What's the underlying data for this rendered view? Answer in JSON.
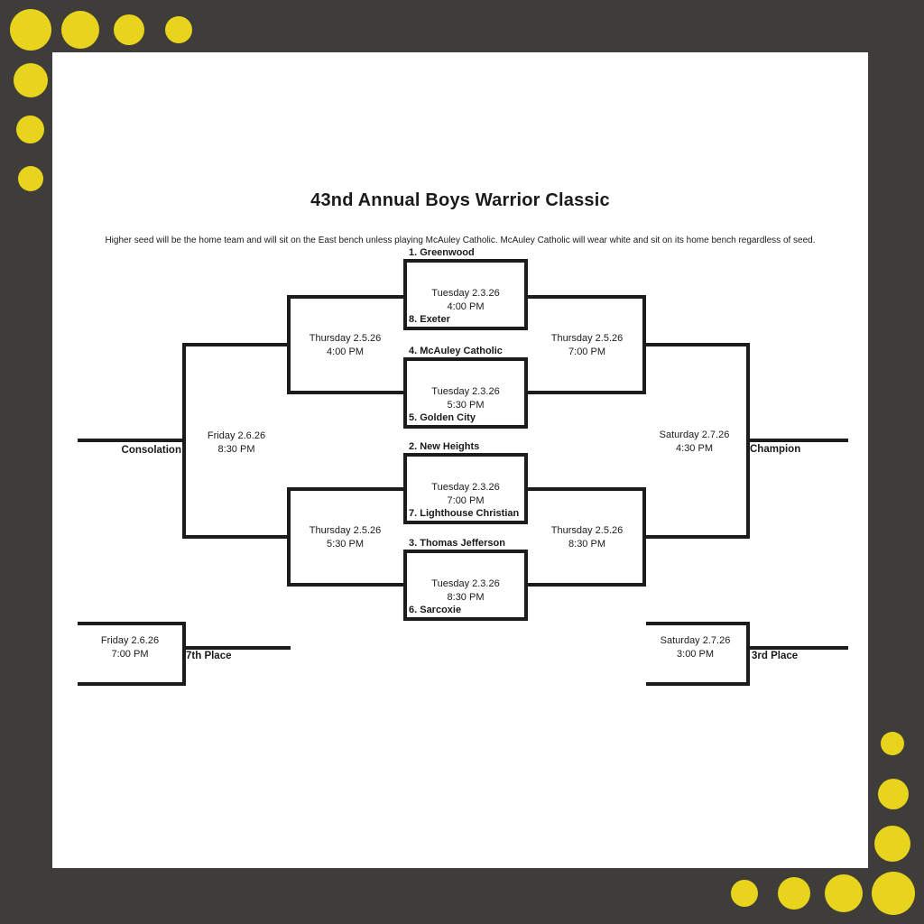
{
  "page": {
    "title": "43nd Annual Boys Warrior Classic",
    "note": "Higher seed will be the home team and will sit on the East bench unless playing McAuley Catholic.  McAuley Catholic will wear white and sit on its home bench regardless of seed."
  },
  "bracket": {
    "first_round": [
      {
        "seed_top": "1. Greenwood",
        "seed_bottom": "8. Exeter",
        "date": "Tuesday 2.3.26",
        "time": "4:00 PM"
      },
      {
        "seed_top": "4. McAuley Catholic",
        "seed_bottom": "5. Golden City",
        "date": "Tuesday 2.3.26",
        "time": "5:30 PM"
      },
      {
        "seed_top": "2. New Heights",
        "seed_bottom": "7. Lighthouse Christian",
        "date": "Tuesday 2.3.26",
        "time": "7:00 PM"
      },
      {
        "seed_top": "3. Thomas Jefferson",
        "seed_bottom": "6. Sarcoxie",
        "date": "Tuesday 2.3.26",
        "time": "8:30 PM"
      }
    ],
    "consolation_semis": [
      {
        "date": "Thursday 2.5.26",
        "time": "4:00 PM"
      },
      {
        "date": "Thursday 2.5.26",
        "time": "5:30 PM"
      }
    ],
    "winners_semis": [
      {
        "date": "Thursday 2.5.26",
        "time": "7:00 PM"
      },
      {
        "date": "Thursday 2.5.26",
        "time": "8:30 PM"
      }
    ],
    "consolation_final": {
      "date": "Friday 2.6.26",
      "time": "8:30 PM",
      "label": "Consolation"
    },
    "championship": {
      "date": "Saturday 2.7.26",
      "time": "4:30 PM",
      "label": "Champion"
    },
    "seventh_place": {
      "date": "Friday 2.6.26",
      "time": "7:00 PM",
      "label": "7th Place"
    },
    "third_place": {
      "date": "Saturday 2.7.26",
      "time": "3:00 PM",
      "label": "3rd Place"
    }
  },
  "colors": {
    "background": "#3f3d3a",
    "accent_dot": "#e8d41c",
    "line": "#1c1c1c",
    "paper": "#ffffff"
  }
}
